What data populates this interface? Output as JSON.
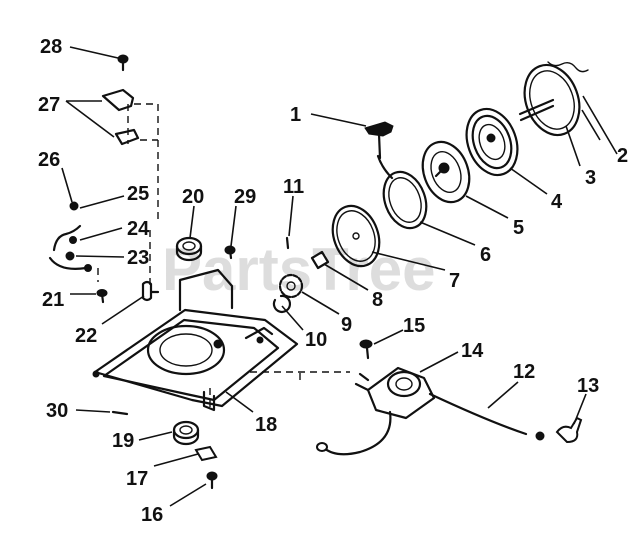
{
  "watermark": "PartsTree",
  "callouts": [
    {
      "id": "1",
      "label": "1"
    },
    {
      "id": "2",
      "label": "2"
    },
    {
      "id": "3",
      "label": "3"
    },
    {
      "id": "4",
      "label": "4"
    },
    {
      "id": "5",
      "label": "5"
    },
    {
      "id": "6",
      "label": "6"
    },
    {
      "id": "7",
      "label": "7"
    },
    {
      "id": "8",
      "label": "8"
    },
    {
      "id": "9",
      "label": "9"
    },
    {
      "id": "10",
      "label": "10"
    },
    {
      "id": "11",
      "label": "11"
    },
    {
      "id": "12",
      "label": "12"
    },
    {
      "id": "13",
      "label": "13"
    },
    {
      "id": "14",
      "label": "14"
    },
    {
      "id": "15",
      "label": "15"
    },
    {
      "id": "16",
      "label": "16"
    },
    {
      "id": "17",
      "label": "17"
    },
    {
      "id": "18",
      "label": "18"
    },
    {
      "id": "19",
      "label": "19"
    },
    {
      "id": "20",
      "label": "20"
    },
    {
      "id": "21",
      "label": "21"
    },
    {
      "id": "22",
      "label": "22"
    },
    {
      "id": "23",
      "label": "23"
    },
    {
      "id": "24",
      "label": "24"
    },
    {
      "id": "25",
      "label": "25"
    },
    {
      "id": "26",
      "label": "26"
    },
    {
      "id": "27",
      "label": "27"
    },
    {
      "id": "28",
      "label": "28"
    },
    {
      "id": "29",
      "label": "29"
    },
    {
      "id": "30",
      "label": "30"
    }
  ]
}
